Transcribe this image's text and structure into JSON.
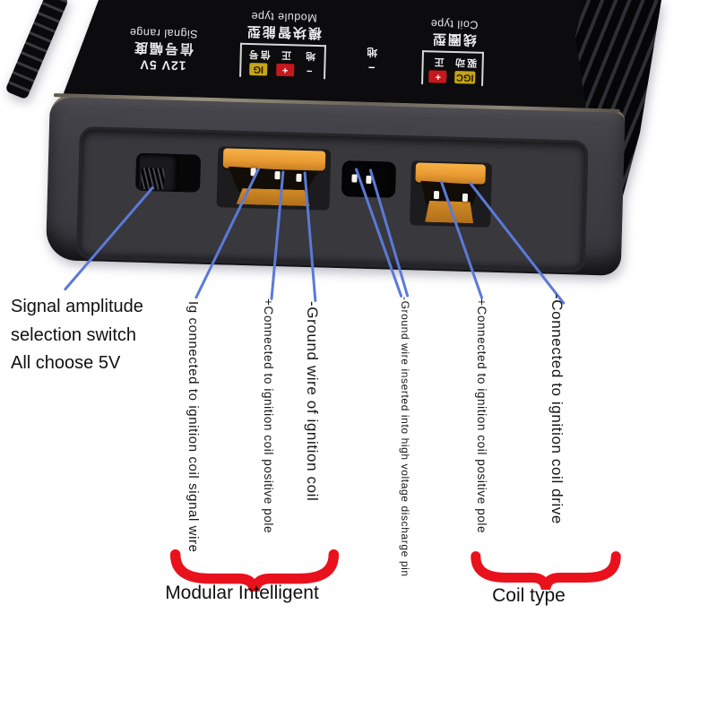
{
  "device": {
    "top_labels": {
      "signal": {
        "volts": "12V  5V",
        "chinese": "信号幅度",
        "english": "Signal range"
      },
      "module": {
        "english": "Module type",
        "chinese": "模块智能型",
        "markers": [
          {
            "sym": "−",
            "zh": "地",
            "style": "plain"
          },
          {
            "sym": "+",
            "zh": "正",
            "style": "red"
          },
          {
            "sym": "IG",
            "zh": "信号",
            "style": "yellow"
          }
        ]
      },
      "ground_pin": {
        "sym": "−",
        "zh": "地"
      },
      "coil": {
        "english": "Coil type",
        "chinese": "线圈型",
        "markers": [
          {
            "sym": "IGC",
            "zh": "驱动",
            "style": "yellow"
          },
          {
            "sym": "+",
            "zh": "正",
            "style": "red"
          }
        ]
      }
    }
  },
  "annotations": {
    "switch_note": {
      "line1": "Signal amplitude",
      "line2": "selection switch",
      "line3": "All choose 5V"
    },
    "pin_labels": [
      "Ig connected to ignition coil signal wire",
      "+Connected to ignition coil positive pole",
      "-Ground wire of ignition coil",
      "-Ground wire inserted into high voltage discharge pin",
      "+Connected to ignition coil positive pole",
      "-Connected to ignition coil drive"
    ],
    "groups": [
      {
        "label": "Modular Intelligent"
      },
      {
        "label": "Coil type"
      }
    ]
  },
  "colors": {
    "annotation_line": "#5b7ad8",
    "brace_red": "#e8111c",
    "connector_orange": "#e99c33",
    "marker_red": "#c3181c",
    "marker_yellow": "#c7a416"
  }
}
